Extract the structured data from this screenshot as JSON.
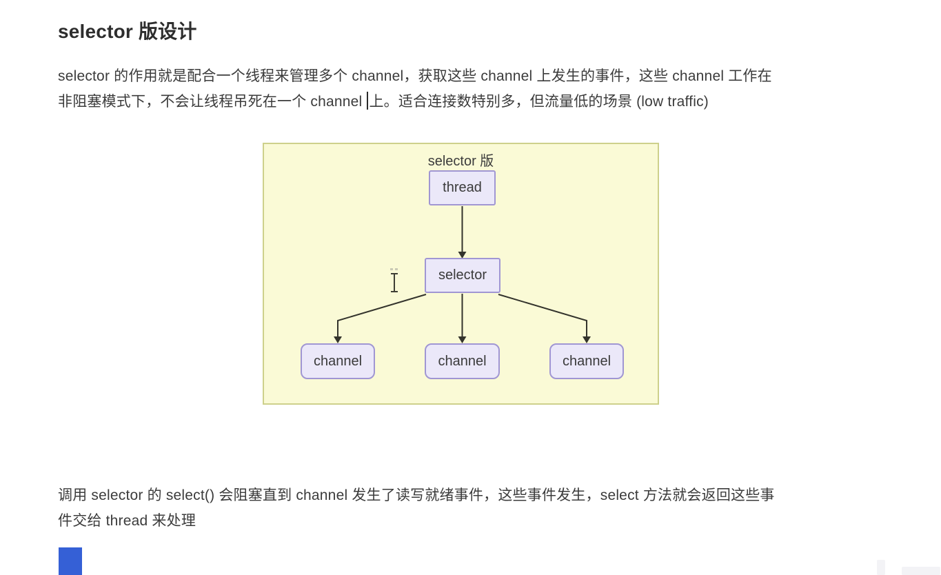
{
  "document": {
    "heading": "selector 版设计",
    "paragraph1": {
      "line1": "selector 的作用就是配合一个线程来管理多个 channel，获取这些 channel 上发生的事件，这些 channel 工作在",
      "line2_before_caret": "非阻塞模式下，不会让线程吊死在一个 channel ",
      "line2_after_caret": "上。适合连接数特别多，但流量低的场景 (low traffic)"
    },
    "paragraph2": {
      "line1": "调用 selector 的 select() 会阻塞直到 channel 发生了读写就绪事件，这些事件发生，select 方法就会返回这些事",
      "line2": "件交给 thread 来处理"
    }
  },
  "diagram": {
    "title": "selector 版",
    "background": "#fafad6",
    "border_color": "#cdd08b",
    "node_fill": "#ebe8f9",
    "node_border": "#a096d3",
    "arrow_color": "#33332c",
    "nodes": {
      "thread": "thread",
      "selector": "selector"
    },
    "channels": [
      "channel",
      "channel",
      "channel"
    ]
  },
  "artifacts": {
    "blue_fragment_color": "#3560d6"
  }
}
